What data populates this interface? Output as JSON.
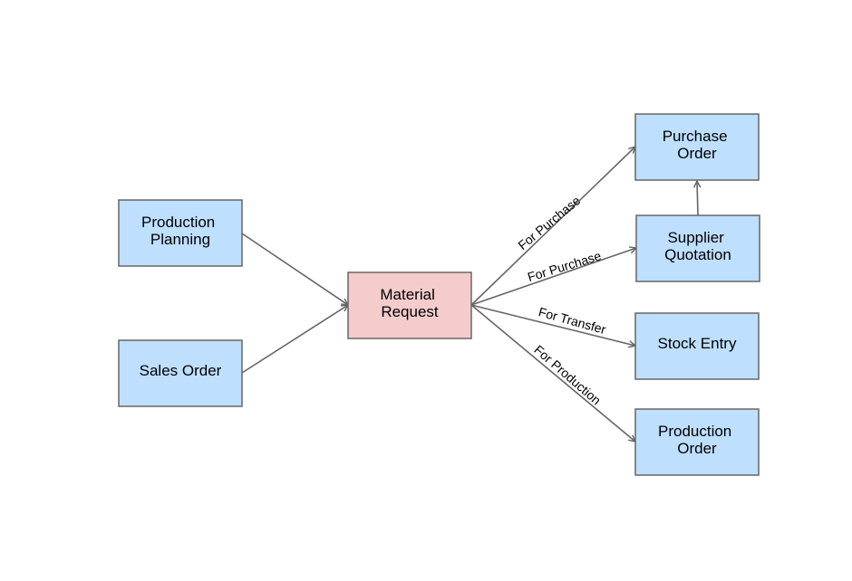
{
  "colors": {
    "node_default": "#bfdfff",
    "node_highlight": "#f5cccc",
    "stroke": "#666666"
  },
  "nodes": {
    "production_planning": {
      "lines": [
        "Production",
        "Planning"
      ],
      "style": "default"
    },
    "sales_order": {
      "lines": [
        "Sales Order"
      ],
      "style": "default"
    },
    "material_request": {
      "lines": [
        "Material",
        "Request"
      ],
      "style": "highlight"
    },
    "purchase_order": {
      "lines": [
        "Purchase",
        "Order"
      ],
      "style": "default"
    },
    "supplier_quotation": {
      "lines": [
        "Supplier",
        "Quotation"
      ],
      "style": "default"
    },
    "stock_entry": {
      "lines": [
        "Stock Entry"
      ],
      "style": "default"
    },
    "production_order": {
      "lines": [
        "Production",
        "Order"
      ],
      "style": "default"
    }
  },
  "edges": [
    {
      "from": "production_planning",
      "to": "material_request",
      "label": ""
    },
    {
      "from": "sales_order",
      "to": "material_request",
      "label": ""
    },
    {
      "from": "material_request",
      "to": "purchase_order",
      "label": "For Purchase"
    },
    {
      "from": "material_request",
      "to": "supplier_quotation",
      "label": "For Purchase"
    },
    {
      "from": "material_request",
      "to": "stock_entry",
      "label": "For Transfer"
    },
    {
      "from": "material_request",
      "to": "production_order",
      "label": "For Production"
    },
    {
      "from": "supplier_quotation",
      "to": "purchase_order",
      "label": ""
    }
  ]
}
